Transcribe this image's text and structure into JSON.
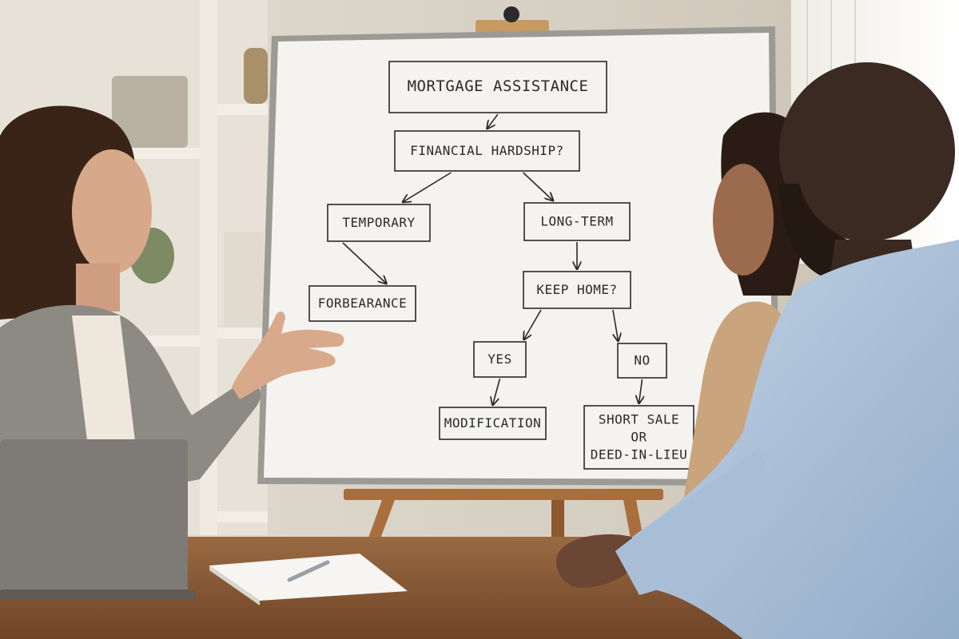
{
  "flowchart": {
    "nodes": [
      {
        "id": "mortgage",
        "lines": [
          "MORTGAGE ASSISTANCE"
        ]
      },
      {
        "id": "hardship",
        "lines": [
          "FINANCIAL HARDSHIP?"
        ]
      },
      {
        "id": "temporary",
        "lines": [
          "TEMPORARY"
        ]
      },
      {
        "id": "longterm",
        "lines": [
          "LONG-TERM"
        ]
      },
      {
        "id": "forbearance",
        "lines": [
          "FORBEARANCE"
        ]
      },
      {
        "id": "keephome",
        "lines": [
          "KEEP HOME?"
        ]
      },
      {
        "id": "yes",
        "lines": [
          "YES"
        ]
      },
      {
        "id": "no",
        "lines": [
          "NO"
        ]
      },
      {
        "id": "modification",
        "lines": [
          "MODIFICATION"
        ]
      },
      {
        "id": "shortsale",
        "lines": [
          "SHORT SALE",
          "OR",
          "DEED-IN-LIEU"
        ]
      }
    ],
    "edges": [
      {
        "from": "mortgage",
        "to": "hardship"
      },
      {
        "from": "hardship",
        "to": "temporary"
      },
      {
        "from": "hardship",
        "to": "longterm"
      },
      {
        "from": "temporary",
        "to": "forbearance"
      },
      {
        "from": "longterm",
        "to": "keephome"
      },
      {
        "from": "keephome",
        "to": "yes"
      },
      {
        "from": "keephome",
        "to": "no"
      },
      {
        "from": "yes",
        "to": "modification"
      },
      {
        "from": "no",
        "to": "shortsale"
      }
    ]
  },
  "colors": {
    "wall": "#d9d2c6",
    "whiteboard": "#f4f3ef",
    "marker": "#2a2a2a",
    "table": "#8a5a34",
    "blazer": "#8d8a83",
    "shirt_blue": "#aec3d9"
  }
}
